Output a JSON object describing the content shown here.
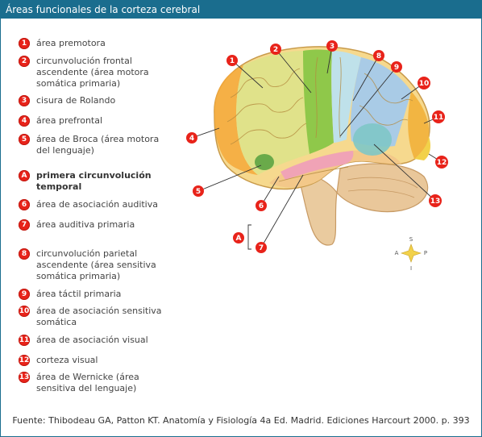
{
  "title": "Áreas funcionales de la corteza cerebral",
  "legend": [
    {
      "id": "1",
      "text": "área premotora"
    },
    {
      "id": "2",
      "text": "circunvolución frontal ascendente (área motora somática primaria)"
    },
    {
      "id": "3",
      "text": "cisura de Rolando"
    },
    {
      "id": "4",
      "text": "área prefrontal"
    },
    {
      "id": "5",
      "text": "área de Broca (área motora del lenguaje)"
    },
    {
      "id": "A",
      "text": "primera circunvolución temporal"
    },
    {
      "id": "6",
      "text": "área de asociación auditiva"
    },
    {
      "id": "7",
      "text": "área auditiva primaria"
    },
    {
      "id": "8",
      "text": "circunvolución parietal ascendente (área sensitiva somática primaria)"
    },
    {
      "id": "9",
      "text": "área táctil primaria"
    },
    {
      "id": "10",
      "text": "área de asociación sensitiva somática"
    },
    {
      "id": "11",
      "text": "área de asociación visual"
    },
    {
      "id": "12",
      "text": "corteza visual"
    },
    {
      "id": "13",
      "text": "área de Wernicke (área sensitiva del lenguaje)"
    }
  ],
  "diagram_labels": {
    "p1": "1",
    "p2": "2",
    "p3": "3",
    "p4": "4",
    "p5": "5",
    "p6": "6",
    "p7": "7",
    "p8": "8",
    "p9": "9",
    "p10": "10",
    "p11": "11",
    "p12": "12",
    "p13": "13",
    "pA": "A"
  },
  "compass": {
    "s": "S",
    "a": "A",
    "p": "P",
    "i": "I"
  },
  "source": "Fuente: Thibodeau GA, Patton KT. Anatomía y Fisiología 4a Ed. Madrid. Ediciones Harcourt 2000. p. 393",
  "colors": {
    "header": "#1a6d8e",
    "badge": "#e8231a"
  }
}
